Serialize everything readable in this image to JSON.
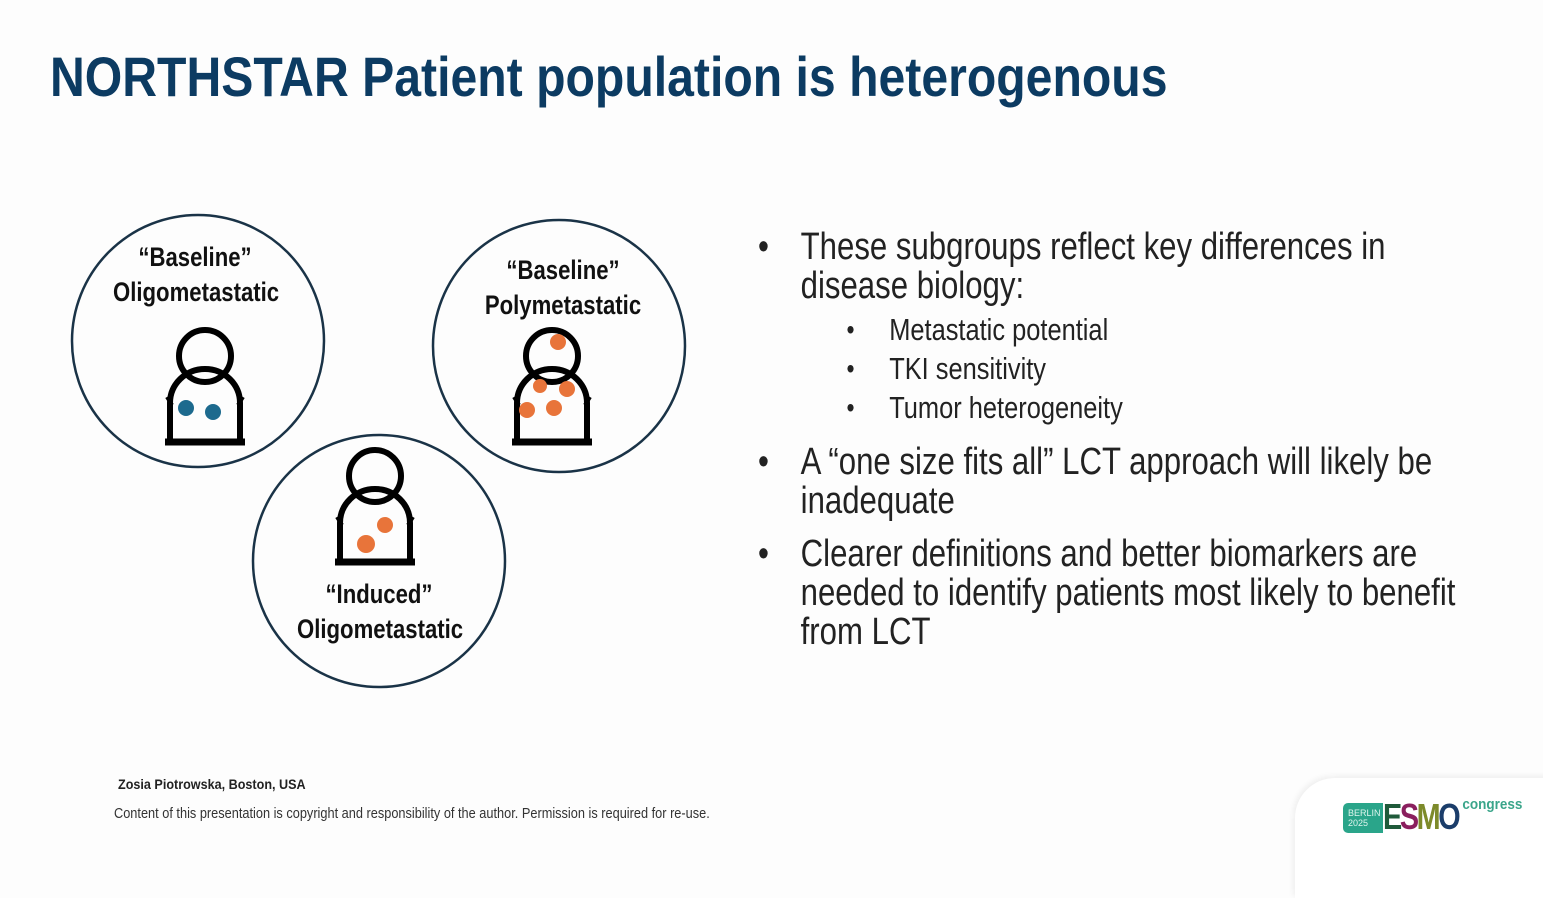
{
  "title": "NORTHSTAR Patient population is heterogenous",
  "diagram": {
    "groups": [
      {
        "line1": "“Baseline”",
        "line2": "Oligometastatic",
        "dot_color": "#1d6a8e"
      },
      {
        "line1": "“Baseline”",
        "line2": "Polymetastatic",
        "dot_color": "#e8743a"
      },
      {
        "line1": "“Induced”",
        "line2": "Oligometastatic",
        "dot_color": "#e8743a"
      }
    ]
  },
  "bullets": [
    {
      "text": "These subgroups reflect key differences in disease biology:",
      "sub": [
        "Metastatic potential",
        "TKI sensitivity",
        "Tumor heterogeneity"
      ]
    },
    {
      "text": "A “one size fits all” LCT approach will likely be inadequate"
    },
    {
      "text": "Clearer definitions and better biomarkers are needed to identify patients most likely to benefit from LCT"
    }
  ],
  "footer": {
    "author": "Zosia Piotrowska, Boston, USA",
    "copyright": "Content of this presentation is copyright and responsibility of the author. Permission is required for re-use."
  },
  "logo": {
    "city": "BERLIN",
    "year": "2025",
    "name": "ESMO",
    "suffix": "congress"
  },
  "colors": {
    "title": "#0c3b62",
    "circle": "#1a3347",
    "blue_dot": "#1d6a8e",
    "orange_dot": "#e8743a"
  }
}
